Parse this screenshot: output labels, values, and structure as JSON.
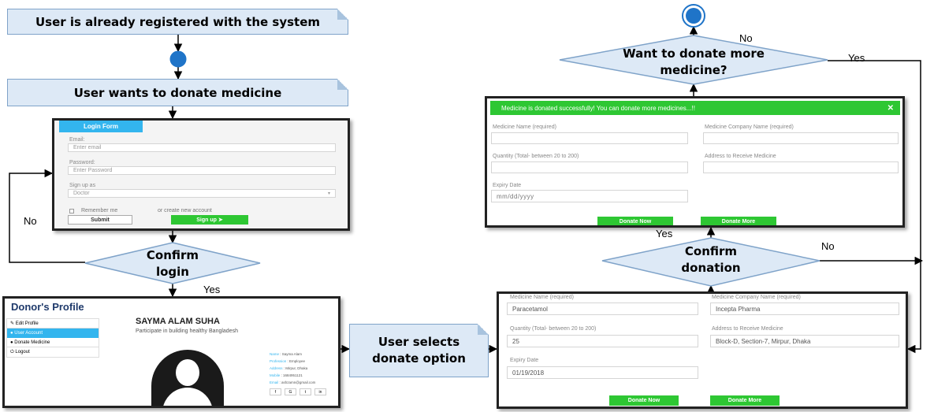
{
  "notes": {
    "registered": "User is already registered with the system",
    "wants_donate": "User wants to donate medicine",
    "selects_donate": "User selects donate option"
  },
  "decisions": {
    "confirm_login": "Confirm login",
    "confirm_donation": "Confirm donation",
    "donate_more": "Want to donate more medicine?"
  },
  "edges": {
    "no_login": "No",
    "yes_login": "Yes",
    "yes_donation": "Yes",
    "no_donation": "No",
    "no_more": "No",
    "yes_more": "Yes"
  },
  "login_form": {
    "title": "Login Form",
    "email_label": "Email:",
    "email_placeholder": "Enter email",
    "password_label": "Password:",
    "password_placeholder": "Enter Password",
    "signup_label": "Sign up as",
    "signup_value": "Doctor",
    "remember": "Remember me",
    "or_create": "or create new account",
    "submit": "Submit",
    "signup": "Sign up"
  },
  "profile": {
    "title": "Donor's Profile",
    "menu": [
      "Edit Profile",
      "User Account",
      "Donate Medicine",
      "Logout"
    ],
    "name": "SAYMA ALAM SUHA",
    "tagline": "Participate in building healthy Bangladesh",
    "details": [
      {
        "k": "Name",
        "v": "Sayma Alam"
      },
      {
        "k": "Profession",
        "v": "Employee"
      },
      {
        "k": "Address",
        "v": "Mirpur, Dhaka"
      },
      {
        "k": "Mobile",
        "v": "1684951121"
      },
      {
        "k": "Email",
        "v": "ashzamn@gmail.com"
      }
    ],
    "social": [
      "f",
      "G",
      "t",
      "in"
    ]
  },
  "success_form": {
    "banner": "Medicine is donated successfully! You can donate more medicines...!!",
    "medicine_name_label": "Medicine Name (required)",
    "company_label": "Medicine Company Name (required)",
    "quantity_label": "Quantity (Total- between 20 to 200)",
    "address_label": "Address to Receive Medicine",
    "expiry_label": "Expiry Date",
    "expiry_placeholder": "mm/dd/yyyy",
    "donate_now": "Donate Now",
    "donate_more": "Donate More"
  },
  "filled_form": {
    "medicine_name_label": "Medicine Name (required)",
    "medicine_name": "Paracetamol",
    "company_label": "Medicine Company Name (required)",
    "company": "Incepta Pharma",
    "quantity_label": "Quantity (Total- between 20 to 200)",
    "quantity": "25",
    "address_label": "Address to Receive Medicine",
    "address": "Block-D, Section-7, Mirpur, Dhaka",
    "expiry_label": "Expiry Date",
    "expiry": "01/19/2018",
    "donate_now": "Donate Now",
    "donate_more": "Donate More"
  },
  "colors": {
    "note_fill": "#dde9f6",
    "note_border": "#7fa3c9",
    "decision_fill": "#dde9f6",
    "node_fill": "#1f74c8",
    "accent_green": "#2ec733",
    "login_tab": "#33b5ee"
  }
}
